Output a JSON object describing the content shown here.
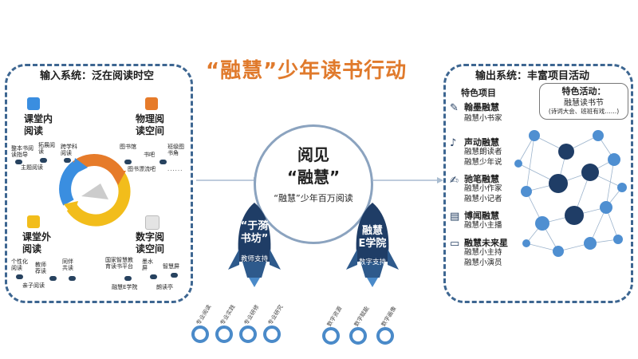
{
  "title": "“融慧”少年读书行动",
  "left_panel": {
    "title": "输入系统：泛在阅读时空",
    "quadrants": [
      {
        "title_lines": [
          "课堂内",
          "阅读"
        ],
        "color": "#3a8ee0",
        "tags": [
          "整本书阅读指导",
          "拓展阅读",
          "跨学科阅读",
          "主题阅读"
        ]
      },
      {
        "title_lines": [
          "物理阅",
          "读空间"
        ],
        "color": "#e67b2a",
        "tags": [
          "图书馆",
          "书吧",
          "班级图书角",
          "图书漂流吧"
        ]
      },
      {
        "title_lines": [
          "课堂外",
          "阅读"
        ],
        "color": "#f2bd1b",
        "tags": [
          "个性化阅读",
          "教师荐读",
          "同伴共读",
          "亲子阅读"
        ]
      },
      {
        "title_lines": [
          "数字阅",
          "读空间"
        ],
        "color": "#dcdcdc",
        "tags": [
          "国家智慧教育读书平台",
          "墨水屏",
          "智慧屏",
          "融慧E学院",
          "朗读亭"
        ]
      }
    ],
    "dots": "......"
  },
  "center": {
    "line1": "阅见",
    "line2": "“融慧”",
    "line3": "“融慧”少年百万阅读"
  },
  "rockets": [
    {
      "label_lines": [
        "“于漪",
        "书坊”"
      ],
      "sub": "教师支持",
      "rings": [
        "专业阅读",
        "专业实践",
        "专业研修",
        "专业研究"
      ]
    },
    {
      "label_lines": [
        "融慧",
        "E学院"
      ],
      "sub": "数字支持",
      "rings": [
        "数字资源",
        "数字赋能",
        "数字画像"
      ]
    }
  ],
  "right_panel": {
    "title": "输出系统：丰富项目活动",
    "featured_label": "特色项目",
    "featured_box": {
      "title": "特色活动：",
      "line1": "融慧读书节",
      "line2": "(诗词大会、班班有戏……)"
    },
    "items": [
      {
        "name": "翰墨融慧",
        "subs": [
          "融慧小书家"
        ]
      },
      {
        "name": "声动融慧",
        "subs": [
          "融慧朗读者",
          "融慧少年说"
        ]
      },
      {
        "name": "驰笔融慧",
        "subs": [
          "融慧小作家",
          "融慧小记者"
        ]
      },
      {
        "name": "博闻融慧",
        "subs": [
          "融慧小主播"
        ]
      },
      {
        "name": "融慧未来星",
        "subs": [
          "融慧小主持",
          "融慧小演员"
        ]
      }
    ],
    "colors": {
      "node_dark": "#1f3d66",
      "node_light": "#4f8fd1",
      "line": "#9bb3cc"
    }
  }
}
